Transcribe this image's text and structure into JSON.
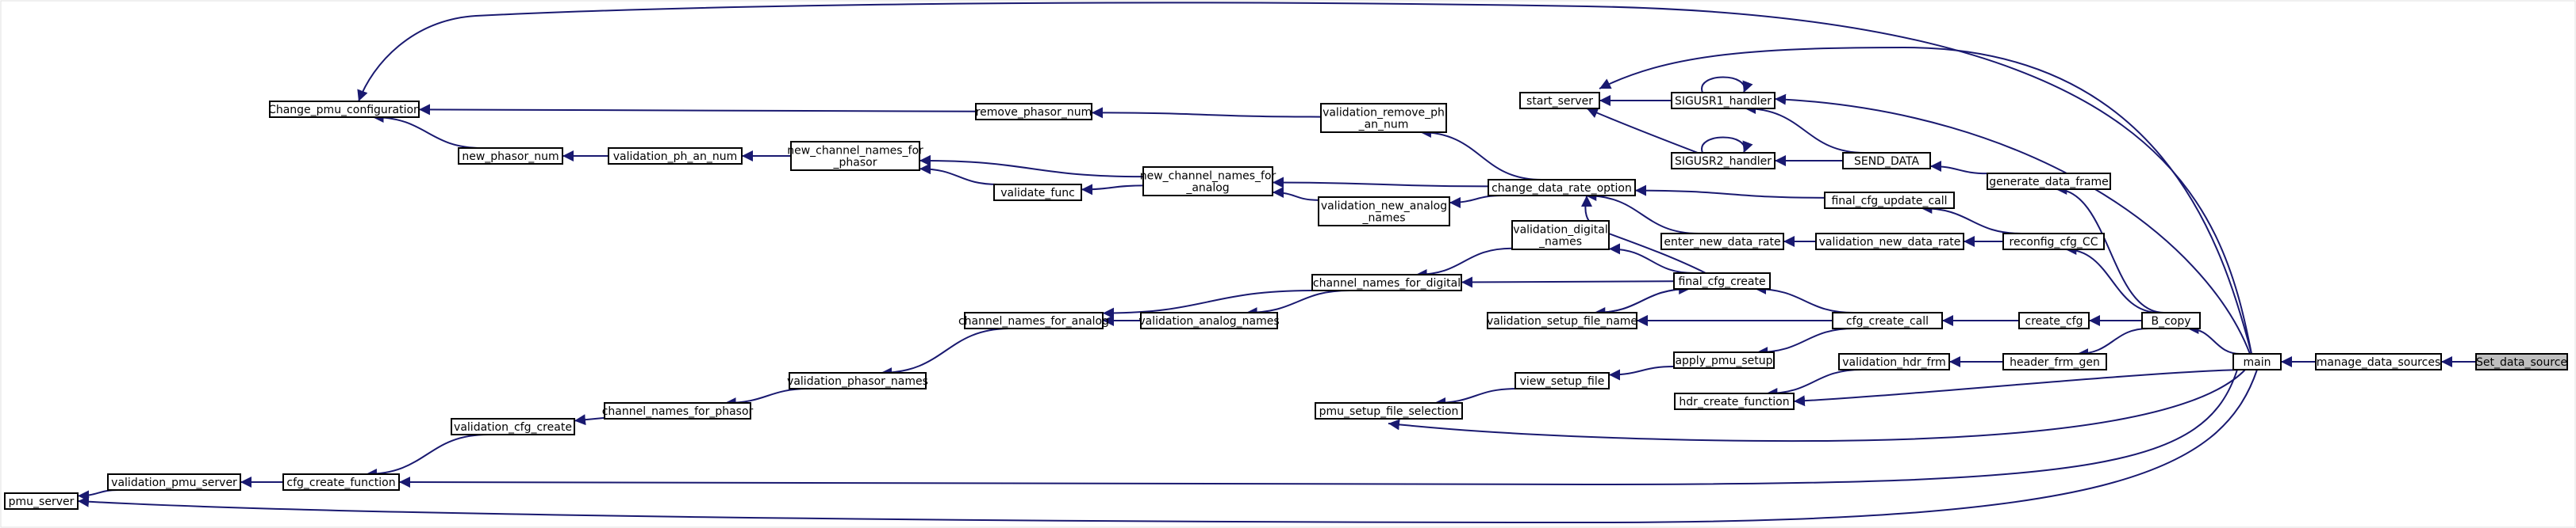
{
  "graph": {
    "colors": {
      "edge": "#191970",
      "node_border": "#000000",
      "node_fill": "#ffffff",
      "highlight_fill": "#bfbfbf"
    },
    "nodes": [
      {
        "id": "set_data_source",
        "label": [
          "Set_data_source"
        ],
        "highlight": true
      },
      {
        "id": "manage_data_sources",
        "label": [
          "manage_data_sources"
        ]
      },
      {
        "id": "main",
        "label": [
          "main"
        ]
      },
      {
        "id": "b_copy",
        "label": [
          "B_copy"
        ]
      },
      {
        "id": "generate_data_frame",
        "label": [
          "generate_data_frame"
        ]
      },
      {
        "id": "reconfig_cfg_cc",
        "label": [
          "reconfig_cfg_CC"
        ]
      },
      {
        "id": "create_cfg",
        "label": [
          "create_cfg"
        ]
      },
      {
        "id": "header_frm_gen",
        "label": [
          "header_frm_gen"
        ]
      },
      {
        "id": "start_server",
        "label": [
          "start_server"
        ]
      },
      {
        "id": "sigusr1_handler",
        "label": [
          "SIGUSR1_handler"
        ]
      },
      {
        "id": "sigusr2_handler",
        "label": [
          "SIGUSR2_handler"
        ]
      },
      {
        "id": "send_data",
        "label": [
          "SEND_DATA"
        ]
      },
      {
        "id": "final_cfg_update_call",
        "label": [
          "final_cfg_update_call"
        ]
      },
      {
        "id": "validation_new_data_rate",
        "label": [
          "validation_new_data_rate"
        ]
      },
      {
        "id": "enter_new_data_rate",
        "label": [
          "enter_new_data_rate"
        ]
      },
      {
        "id": "cfg_create_call",
        "label": [
          "cfg_create_call"
        ]
      },
      {
        "id": "validation_hdr_frm",
        "label": [
          "validation_hdr_frm"
        ]
      },
      {
        "id": "hdr_create_function",
        "label": [
          "hdr_create_function"
        ]
      },
      {
        "id": "change_data_rate_option",
        "label": [
          "change_data_rate_option"
        ]
      },
      {
        "id": "final_cfg_create",
        "label": [
          "final_cfg_create"
        ]
      },
      {
        "id": "validation_setup_file_name",
        "label": [
          "validation_setup_file_name"
        ]
      },
      {
        "id": "apply_pmu_setup",
        "label": [
          "apply_pmu_setup"
        ]
      },
      {
        "id": "validation_digital_names",
        "label": [
          "validation_digital",
          "_names"
        ]
      },
      {
        "id": "view_setup_file",
        "label": [
          "view_setup_file"
        ]
      },
      {
        "id": "pmu_setup_file_selection",
        "label": [
          "pmu_setup_file_selection"
        ]
      },
      {
        "id": "validation_remove_ph_an_num",
        "label": [
          "validation_remove_ph",
          "_an_num"
        ]
      },
      {
        "id": "validation_new_analog_names",
        "label": [
          "validation_new_analog",
          "_names"
        ]
      },
      {
        "id": "channel_names_for_digital",
        "label": [
          "channel_names_for_digital"
        ]
      },
      {
        "id": "remove_phasor_num",
        "label": [
          "remove_phasor_num"
        ]
      },
      {
        "id": "new_channel_names_for_analog",
        "label": [
          "new_channel_names_for",
          "_analog"
        ]
      },
      {
        "id": "validation_analog_names",
        "label": [
          "validation_analog_names"
        ]
      },
      {
        "id": "validate_func",
        "label": [
          "validate_func"
        ]
      },
      {
        "id": "channel_names_for_analog",
        "label": [
          "channel_names_for_analog"
        ]
      },
      {
        "id": "new_channel_names_for_phasor",
        "label": [
          "new_channel_names_for",
          "_phasor"
        ]
      },
      {
        "id": "validation_phasor_names",
        "label": [
          "validation_phasor_names"
        ]
      },
      {
        "id": "validation_ph_an_num",
        "label": [
          "validation_ph_an_num"
        ]
      },
      {
        "id": "channel_names_for_phasor",
        "label": [
          "channel_names_for_phasor"
        ]
      },
      {
        "id": "new_phasor_num",
        "label": [
          "new_phasor_num"
        ]
      },
      {
        "id": "validation_cfg_create",
        "label": [
          "validation_cfg_create"
        ]
      },
      {
        "id": "change_pmu_configuration",
        "label": [
          "Change_pmu_configuration"
        ]
      },
      {
        "id": "cfg_create_function",
        "label": [
          "cfg_create_function"
        ]
      },
      {
        "id": "validation_pmu_server",
        "label": [
          "validation_pmu_server"
        ]
      },
      {
        "id": "pmu_server",
        "label": [
          "pmu_server"
        ]
      }
    ],
    "edges": [
      {
        "from": "set_data_source",
        "to": "manage_data_sources"
      },
      {
        "from": "manage_data_sources",
        "to": "main"
      },
      {
        "from": "main",
        "to": "b_copy"
      },
      {
        "from": "main",
        "to": "start_server"
      },
      {
        "from": "main",
        "to": "sigusr1_handler"
      },
      {
        "from": "main",
        "to": "change_pmu_configuration"
      },
      {
        "from": "main",
        "to": "hdr_create_function"
      },
      {
        "from": "main",
        "to": "pmu_setup_file_selection"
      },
      {
        "from": "main",
        "to": "cfg_create_function"
      },
      {
        "from": "main",
        "to": "pmu_server"
      },
      {
        "from": "b_copy",
        "to": "generate_data_frame"
      },
      {
        "from": "b_copy",
        "to": "reconfig_cfg_cc"
      },
      {
        "from": "b_copy",
        "to": "create_cfg"
      },
      {
        "from": "b_copy",
        "to": "header_frm_gen"
      },
      {
        "from": "b_copy",
        "to": "validation_setup_file_name"
      },
      {
        "from": "generate_data_frame",
        "to": "send_data"
      },
      {
        "from": "send_data",
        "to": "sigusr1_handler"
      },
      {
        "from": "send_data",
        "to": "sigusr2_handler"
      },
      {
        "from": "sigusr1_handler",
        "to": "sigusr1_handler"
      },
      {
        "from": "sigusr2_handler",
        "to": "sigusr2_handler"
      },
      {
        "from": "sigusr1_handler",
        "to": "start_server"
      },
      {
        "from": "sigusr2_handler",
        "to": "start_server"
      },
      {
        "from": "reconfig_cfg_cc",
        "to": "final_cfg_update_call"
      },
      {
        "from": "reconfig_cfg_cc",
        "to": "validation_new_data_rate"
      },
      {
        "from": "validation_new_data_rate",
        "to": "enter_new_data_rate"
      },
      {
        "from": "final_cfg_update_call",
        "to": "change_data_rate_option"
      },
      {
        "from": "enter_new_data_rate",
        "to": "change_data_rate_option"
      },
      {
        "from": "create_cfg",
        "to": "cfg_create_call"
      },
      {
        "from": "header_frm_gen",
        "to": "validation_hdr_frm"
      },
      {
        "from": "validation_hdr_frm",
        "to": "hdr_create_function"
      },
      {
        "from": "cfg_create_call",
        "to": "final_cfg_create"
      },
      {
        "from": "cfg_create_call",
        "to": "apply_pmu_setup"
      },
      {
        "from": "cfg_create_call",
        "to": "validation_setup_file_name"
      },
      {
        "from": "validation_setup_file_name",
        "to": "final_cfg_create"
      },
      {
        "from": "final_cfg_create",
        "to": "validation_setup_file_name"
      },
      {
        "from": "final_cfg_create",
        "to": "validation_digital_names"
      },
      {
        "from": "final_cfg_create",
        "to": "channel_names_for_digital"
      },
      {
        "from": "final_cfg_create",
        "to": "change_data_rate_option"
      },
      {
        "from": "apply_pmu_setup",
        "to": "view_setup_file"
      },
      {
        "from": "view_setup_file",
        "to": "pmu_setup_file_selection"
      },
      {
        "from": "change_data_rate_option",
        "to": "validation_remove_ph_an_num"
      },
      {
        "from": "change_data_rate_option",
        "to": "new_channel_names_for_analog"
      },
      {
        "from": "change_data_rate_option",
        "to": "validation_new_analog_names"
      },
      {
        "from": "validation_new_analog_names",
        "to": "new_channel_names_for_analog"
      },
      {
        "from": "validation_remove_ph_an_num",
        "to": "remove_phasor_num"
      },
      {
        "from": "remove_phasor_num",
        "to": "change_pmu_configuration"
      },
      {
        "from": "new_channel_names_for_analog",
        "to": "validate_func"
      },
      {
        "from": "new_channel_names_for_analog",
        "to": "new_channel_names_for_phasor"
      },
      {
        "from": "validate_func",
        "to": "new_channel_names_for_phasor"
      },
      {
        "from": "new_channel_names_for_phasor",
        "to": "validation_ph_an_num"
      },
      {
        "from": "validation_ph_an_num",
        "to": "new_phasor_num"
      },
      {
        "from": "new_phasor_num",
        "to": "change_pmu_configuration"
      },
      {
        "from": "validation_digital_names",
        "to": "channel_names_for_digital"
      },
      {
        "from": "channel_names_for_digital",
        "to": "validation_analog_names"
      },
      {
        "from": "channel_names_for_digital",
        "to": "channel_names_for_analog"
      },
      {
        "from": "validation_analog_names",
        "to": "channel_names_for_analog"
      },
      {
        "from": "channel_names_for_analog",
        "to": "validation_phasor_names"
      },
      {
        "from": "validation_phasor_names",
        "to": "channel_names_for_phasor"
      },
      {
        "from": "channel_names_for_phasor",
        "to": "validation_cfg_create"
      },
      {
        "from": "validation_cfg_create",
        "to": "cfg_create_function"
      },
      {
        "from": "cfg_create_function",
        "to": "validation_pmu_server"
      },
      {
        "from": "validation_pmu_server",
        "to": "pmu_server"
      }
    ]
  }
}
